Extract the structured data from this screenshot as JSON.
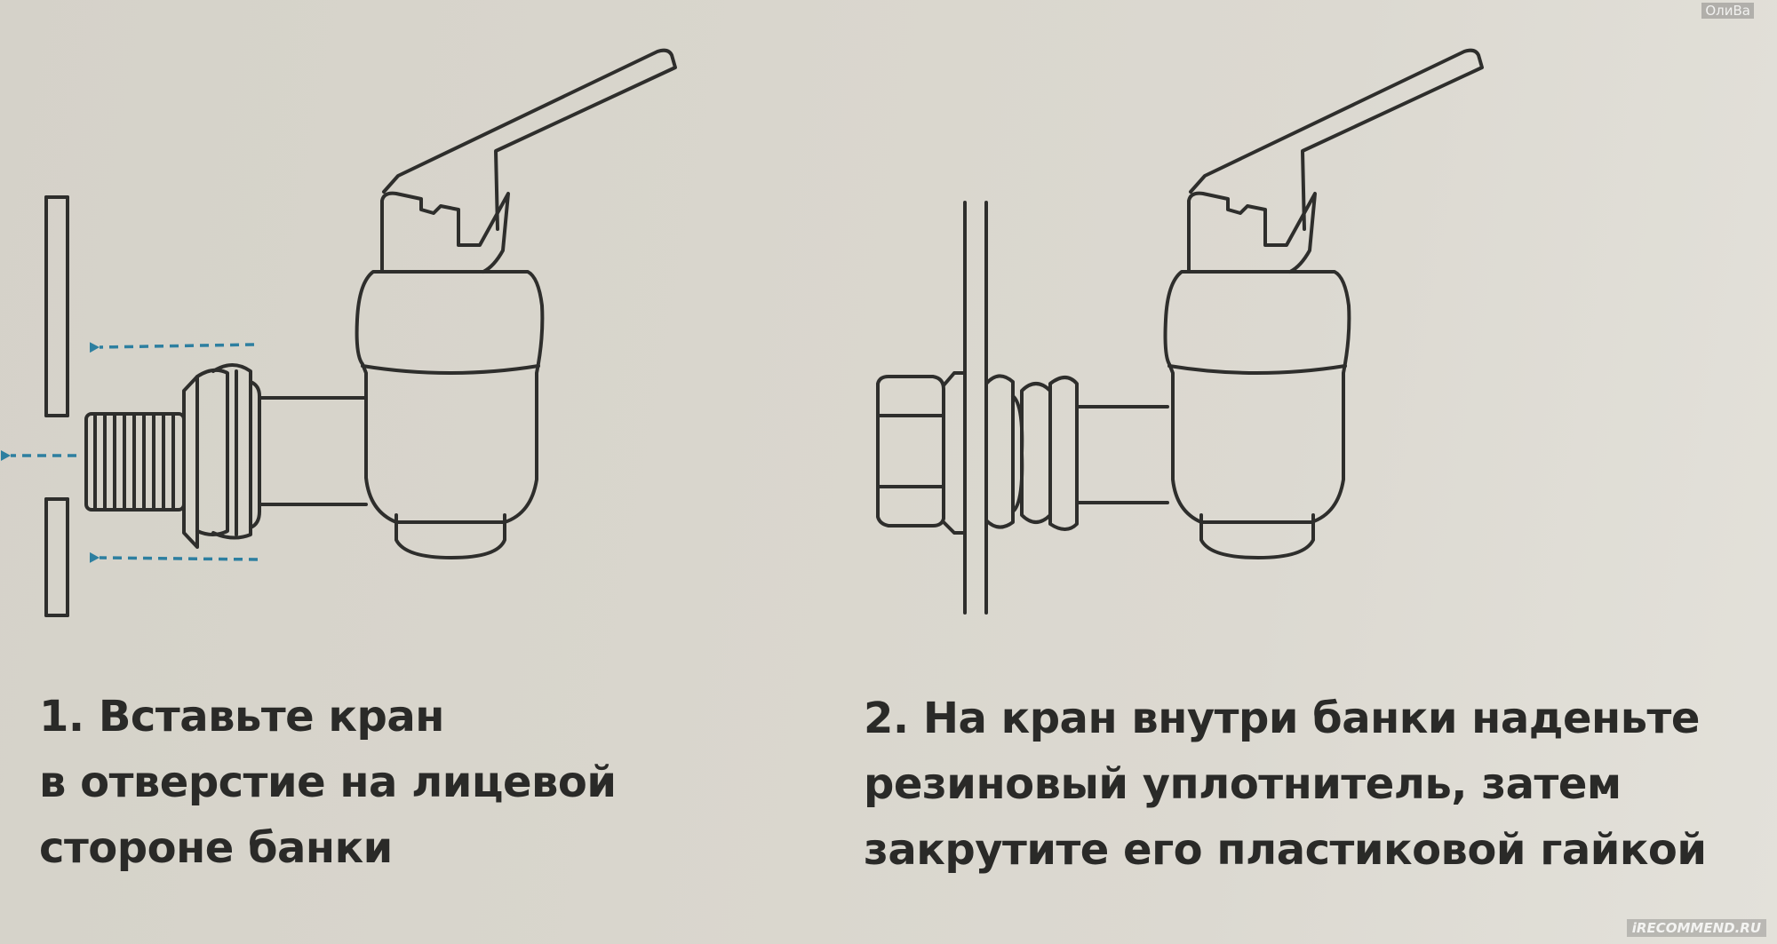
{
  "steps": [
    {
      "lines": [
        "1. Вставьте кран",
        "в отверстие на лицевой",
        "стороне банки"
      ]
    },
    {
      "lines": [
        "2. На кран внутри банки наденьте",
        "резиновый уплотнитель, затем",
        "закрутите его пластиковой гайкой"
      ]
    }
  ],
  "watermark": {
    "author": "ОлиВа",
    "site": "iRECOMMEND.RU"
  },
  "colors": {
    "background": "#d8d5cc",
    "line": "#2e2e2c",
    "arrow": "#2d7fa0",
    "text": "#2a2a28"
  },
  "icons": [
    "faucet-icon",
    "arrow-icon"
  ]
}
